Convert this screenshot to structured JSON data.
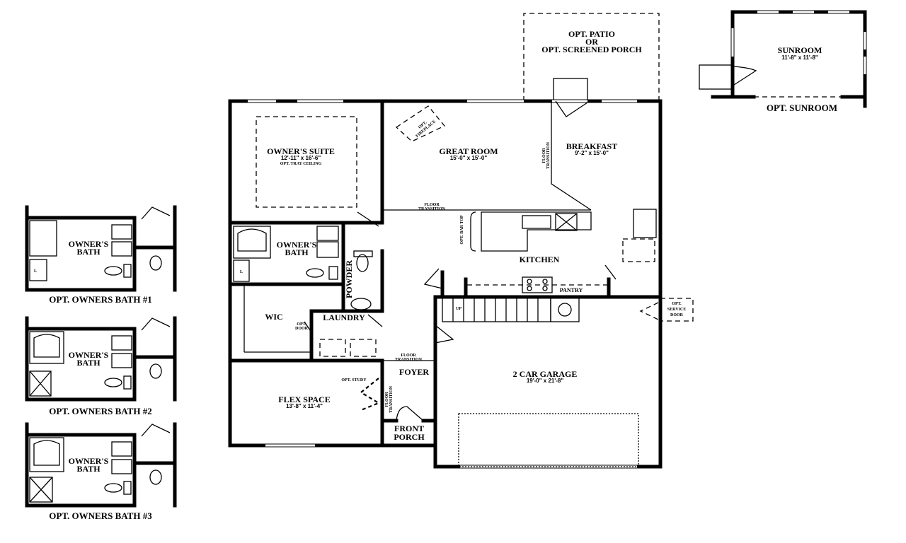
{
  "rooms": {
    "owners_suite": {
      "name": "OWNER'S SUITE",
      "dims": "12'-11\" x 16'-6\"",
      "note": "OPT. TRAY CEILING"
    },
    "great_room": {
      "name": "GREAT ROOM",
      "dims": "15'-0\" x 15'-0\""
    },
    "breakfast": {
      "name": "BREAKFAST",
      "dims": "9'-2\" x 15'-0\""
    },
    "kitchen": {
      "name": "KITCHEN"
    },
    "pantry": {
      "name": "PANTRY"
    },
    "owners_bath": {
      "name_1": "OWNER'S",
      "name_2": "BATH"
    },
    "powder": {
      "name": "POWDER"
    },
    "wic": {
      "name": "WIC"
    },
    "laundry": {
      "name": "LAUNDRY"
    },
    "flex_space": {
      "name": "FLEX SPACE",
      "dims": "13'-8\" x 11'-4\""
    },
    "foyer": {
      "name": "FOYER"
    },
    "front_porch": {
      "name_1": "FRONT",
      "name_2": "PORCH"
    },
    "garage": {
      "name": "2 CAR GARAGE",
      "dims": "19'-0\" x 21'-8\""
    },
    "patio": {
      "line1": "OPT. PATIO",
      "line2": "OR",
      "line3": "OPT. SCREENED PORCH"
    },
    "sunroom": {
      "name": "SUNROOM",
      "dims": "11'-8\" x 11'-8\"",
      "caption": "OPT. SUNROOM"
    }
  },
  "notes": {
    "opt": "OPT.",
    "fireplace": "FIREPLACE",
    "floor": "FLOOR",
    "transition": "TRANSITION",
    "bar_top": "OPT. BAR TOP",
    "opt_door_1": "OPT.",
    "opt_door_2": "DOOR",
    "opt_study": "OPT. STUDY",
    "service_door_1": "OPT.",
    "service_door_2": "SERVICE",
    "service_door_3": "DOOR",
    "up": "UP",
    "linen": "L"
  },
  "options": [
    {
      "caption": "OPT. OWNERS BATH #1",
      "name_1": "OWNER'S",
      "name_2": "BATH"
    },
    {
      "caption": "OPT. OWNERS BATH #2",
      "name_1": "OWNER'S",
      "name_2": "BATH"
    },
    {
      "caption": "OPT. OWNERS BATH #3",
      "name_1": "OWNER'S",
      "name_2": "BATH"
    }
  ]
}
